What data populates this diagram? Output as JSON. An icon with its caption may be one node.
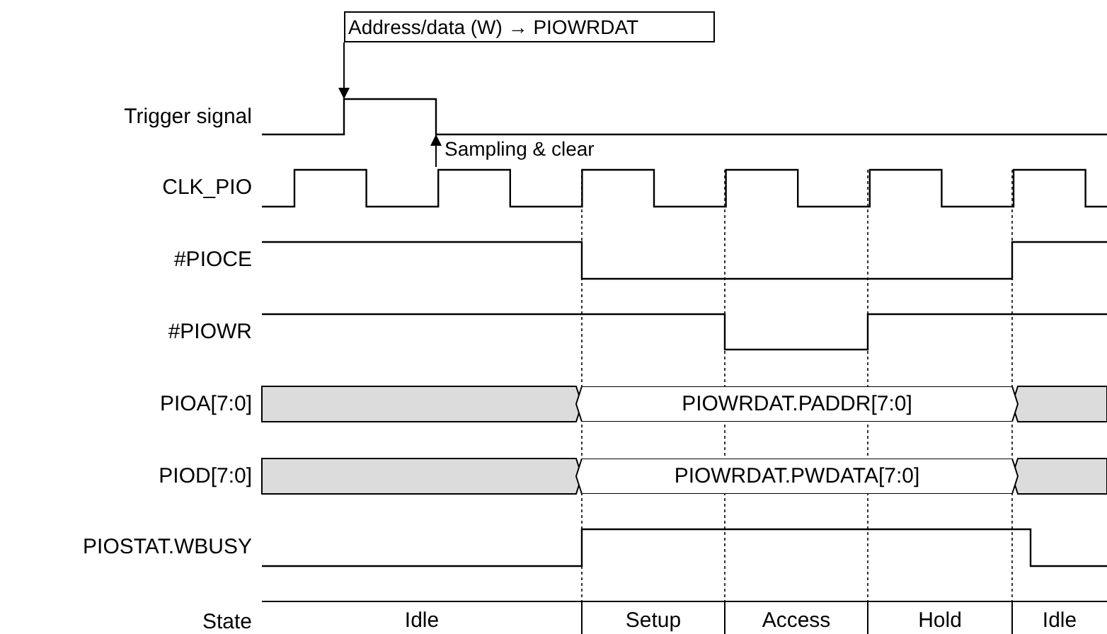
{
  "diagram": {
    "nodes": [
      {
        "text": [
          "Address/data (W) → PIOWRDAT"
        ]
      },
      {
        "text": [
          "Sampling & clear"
        ]
      },
      {
        "text": [],
        "shape": "picture"
      },
      {
        "text": [],
        "shape": "bar"
      },
      {
        "text": [
          "PIOWRDAT.PADDR[7:0]"
        ]
      },
      {
        "text": [],
        "shape": "bar"
      },
      {
        "text": [],
        "shape": "bar"
      },
      {
        "text": [
          "PIOWRDAT.PWDATA[7:0]"
        ]
      },
      {
        "text": [],
        "shape": "bar"
      }
    ],
    "edges": [
      {
        "from": 0,
        "to": 2,
        "arrow": "to"
      },
      {
        "from": 1,
        "to": 2,
        "arrow": "to"
      }
    ],
    "labels": [
      "Trigger signal",
      "CLK_PIO",
      "#PIOCE",
      "#PIOWR",
      "PIOA[7:0]",
      "PIOD[7:0]",
      "PIOSTAT.WBUSY",
      "State",
      "Idle",
      "Setup",
      "Access",
      "Hold",
      "Idle"
    ]
  }
}
